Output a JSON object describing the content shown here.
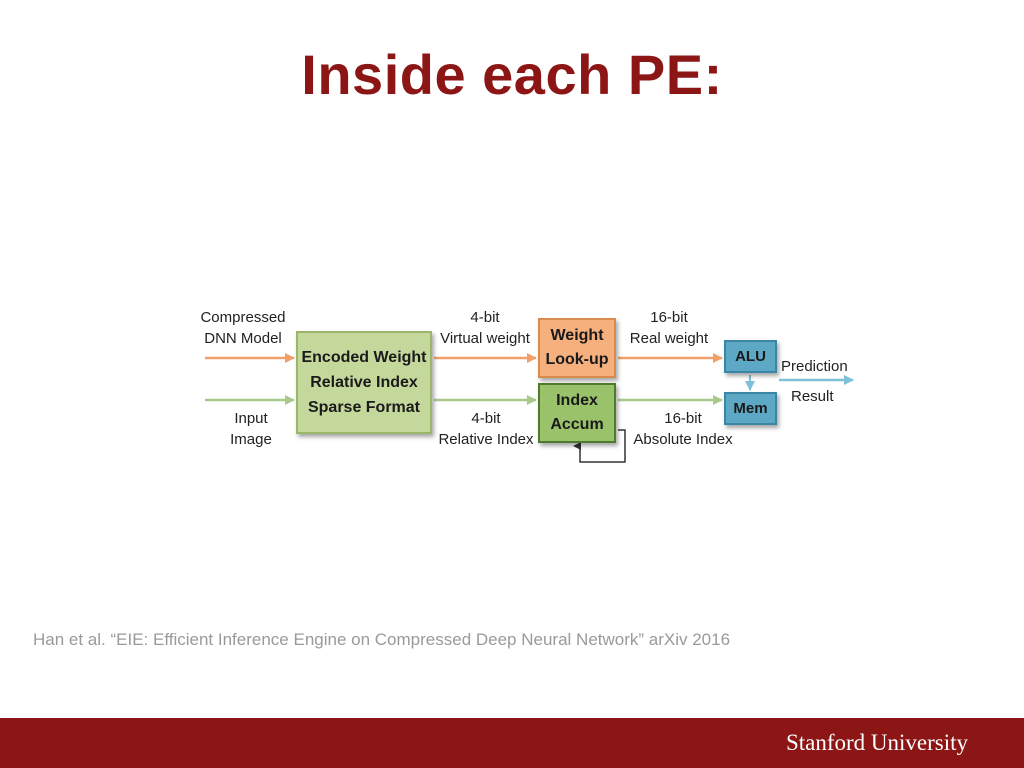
{
  "slide": {
    "title": "Inside each PE:",
    "citation": "Han et al. “EIE: Efficient Inference Engine on Compressed Deep Neural Network” arXiv 2016",
    "footer_logo": "Stanford University",
    "colors": {
      "title": "#8c1515",
      "footer_bar": "#8c1515",
      "orange_line": "#f2a06a",
      "green_line": "#a9c98a",
      "blue_line": "#7fc1d8"
    }
  },
  "diagram": {
    "inputs": {
      "compressed_model": [
        "Compressed",
        "DNN Model"
      ],
      "input_image": [
        "Input",
        "Image"
      ]
    },
    "boxes": {
      "encoded": [
        "Encoded Weight",
        "Relative Index",
        "Sparse Format"
      ],
      "weight_lookup": [
        "Weight",
        "Look-up"
      ],
      "index_accum": [
        "Index",
        "Accum"
      ],
      "alu": "ALU",
      "mem": "Mem"
    },
    "edge_labels": {
      "virtual_weight": [
        "4-bit",
        "Virtual weight"
      ],
      "relative_index": [
        "4-bit",
        "Relative Index"
      ],
      "real_weight": [
        "16-bit",
        "Real weight"
      ],
      "absolute_index": [
        "16-bit",
        "Absolute Index"
      ]
    },
    "outputs": [
      "Prediction",
      "Result"
    ]
  }
}
